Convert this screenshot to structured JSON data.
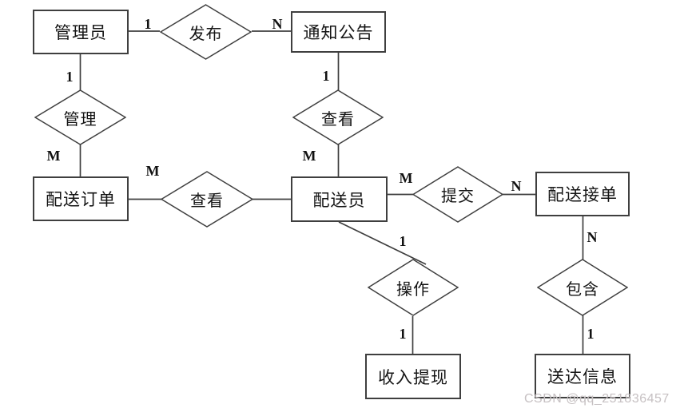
{
  "entities": [
    {
      "label": "管理员"
    },
    {
      "label": "通知公告"
    },
    {
      "label": "配送订单"
    },
    {
      "label": "配送员"
    },
    {
      "label": "配送接单"
    },
    {
      "label": "收入提现"
    },
    {
      "label": "送达信息"
    }
  ],
  "relations": [
    {
      "label": "发布"
    },
    {
      "label": "管理"
    },
    {
      "label": "查看"
    },
    {
      "label": "查看"
    },
    {
      "label": "提交"
    },
    {
      "label": "操作"
    },
    {
      "label": "包含"
    }
  ],
  "cardinalities": [
    {
      "label": "1"
    },
    {
      "label": "N"
    },
    {
      "label": "1"
    },
    {
      "label": "M"
    },
    {
      "label": "1"
    },
    {
      "label": "M"
    },
    {
      "label": "M"
    },
    {
      "label": "M"
    },
    {
      "label": "N"
    },
    {
      "label": "1"
    },
    {
      "label": "1"
    },
    {
      "label": "N"
    },
    {
      "label": "1"
    }
  ],
  "edges": [
    {
      "from": "管理员",
      "via": "发布",
      "to": "通知公告",
      "from_card": "1",
      "to_card": "N"
    },
    {
      "from": "管理员",
      "via": "管理",
      "to": "配送订单",
      "from_card": "1",
      "to_card": "M"
    },
    {
      "from": "通知公告",
      "via": "查看",
      "to": "配送员",
      "from_card": "1",
      "to_card": "M"
    },
    {
      "from": "配送订单",
      "via": "查看",
      "to": "配送员",
      "from_card": "M",
      "to_card": ""
    },
    {
      "from": "配送员",
      "via": "提交",
      "to": "配送接单",
      "from_card": "M",
      "to_card": "N"
    },
    {
      "from": "配送员",
      "via": "操作",
      "to": "收入提现",
      "from_card": "1",
      "to_card": "1"
    },
    {
      "from": "配送接单",
      "via": "包含",
      "to": "送达信息",
      "from_card": "N",
      "to_card": "1"
    }
  ],
  "watermark": "CSDN @qq_251836457",
  "colors": {
    "line": "#3f3f3f",
    "text": "#141414",
    "watermark": "#c6c0c2"
  }
}
